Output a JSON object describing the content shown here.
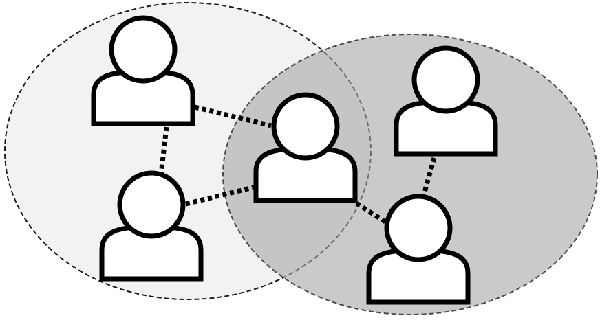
{
  "groups": [
    {
      "id": "group-left",
      "fill": "#f2f2f2",
      "stroke": "#1a1a1a",
      "opacity": 1
    },
    {
      "id": "group-right",
      "fill": "#a6a6a6",
      "stroke": "#4a4a4a",
      "opacity": 0.6
    }
  ],
  "people": [
    {
      "id": "person-1",
      "group": "group-left"
    },
    {
      "id": "person-2",
      "group": "group-left"
    },
    {
      "id": "person-3",
      "group": "both"
    },
    {
      "id": "person-4",
      "group": "group-right"
    },
    {
      "id": "person-5",
      "group": "group-right"
    }
  ],
  "connections": [
    {
      "from": "person-1",
      "to": "person-3"
    },
    {
      "from": "person-1",
      "to": "person-2"
    },
    {
      "from": "person-2",
      "to": "person-3"
    },
    {
      "from": "person-3",
      "to": "person-5"
    },
    {
      "from": "person-4",
      "to": "person-5"
    }
  ],
  "colors": {
    "person_fill": "#ffffff",
    "person_stroke": "#000000",
    "link_stroke": "#000000"
  }
}
